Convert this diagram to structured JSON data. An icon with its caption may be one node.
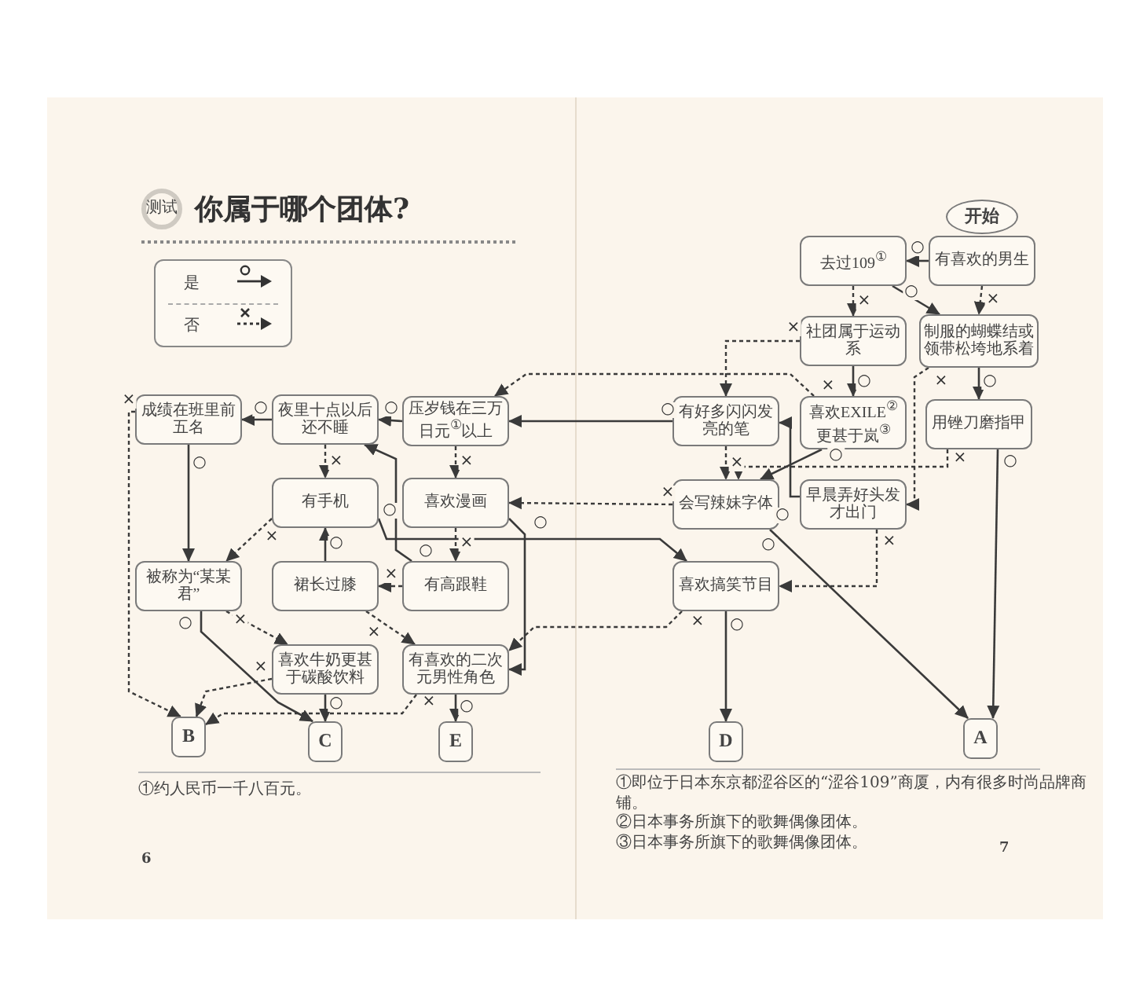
{
  "diagram": {
    "title": "你属于哪个团体?",
    "nodes": [
      {
        "text": [
          "开始"
        ]
      },
      {
        "text": [
          "有喜欢的男生"
        ]
      },
      {
        "text": [
          "去过109$^{①}$"
        ]
      },
      {
        "text": [
          "社团属于运动系"
        ]
      },
      {
        "text": [
          "制服的蝴蝶结或领带松垮地系着"
        ]
      },
      {
        "text": [
          "有好多闪闪发亮的笔"
        ]
      },
      {
        "text": [
          "喜欢EXILE$^{②}$更甚于岚$^{③}$"
        ]
      },
      {
        "text": [
          "用锉刀磨指甲"
        ]
      },
      {
        "text": [
          "会写辣妹字体"
        ]
      },
      {
        "text": [
          "早晨弄好头发才出门"
        ]
      },
      {
        "text": [
          "喜欢搞笑节目"
        ]
      },
      {
        "text": [
          "D"
        ]
      },
      {
        "text": [
          "A"
        ]
      },
      {
        "text": [
          "压岁钱在三万日元$^{①}$以上"
        ]
      },
      {
        "text": [
          "夜里十点以后还不睡"
        ]
      },
      {
        "text": [
          "成绩在班里前五名"
        ]
      },
      {
        "text": [
          "有手机"
        ]
      },
      {
        "text": [
          "喜欢漫画"
        ]
      },
      {
        "text": [
          "被称为“某某君”"
        ]
      },
      {
        "text": [
          "裙长过膝"
        ]
      },
      {
        "text": [
          "有高跟鞋"
        ]
      },
      {
        "text": [
          "喜欢牛奶更甚于碳酸饮料"
        ]
      },
      {
        "text": [
          "有喜欢的二次元男性角色"
        ]
      },
      {
        "text": [
          "B"
        ]
      },
      {
        "text": [
          "C"
        ]
      },
      {
        "text": [
          "E"
        ]
      }
    ],
    "edges": [
      {
        "from": 1,
        "to": 2,
        "arrow": "to",
        "label": "○"
      },
      {
        "from": 1,
        "to": 4,
        "arrow": "to",
        "label": "×",
        "style": "dashed"
      },
      {
        "from": 2,
        "to": 3,
        "arrow": "to",
        "label": "×",
        "style": "dashed"
      },
      {
        "from": 2,
        "to": 4,
        "arrow": "to",
        "label": "○"
      },
      {
        "from": 3,
        "to": 6,
        "arrow": "to",
        "label": "○"
      },
      {
        "from": 3,
        "to": 5,
        "arrow": "to",
        "label": "×",
        "style": "dashed"
      },
      {
        "from": 4,
        "to": 7,
        "arrow": "to",
        "label": "○"
      },
      {
        "from": 4,
        "to": 9,
        "arrow": "to",
        "label": "×",
        "style": "dashed"
      },
      {
        "from": 7,
        "to": 8,
        "arrow": "to",
        "label": "×",
        "style": "dashed"
      },
      {
        "from": 7,
        "to": 12,
        "arrow": "to",
        "label": "○"
      },
      {
        "from": 5,
        "to": 13,
        "arrow": "to",
        "label": "○"
      },
      {
        "from": 5,
        "to": 8,
        "arrow": "to",
        "label": "×",
        "style": "dashed"
      },
      {
        "from": 9,
        "to": 5,
        "arrow": "to",
        "label": "○"
      },
      {
        "from": 6,
        "to": 8,
        "arrow": "to",
        "label": "○"
      },
      {
        "from": 6,
        "to": 13,
        "arrow": "to",
        "label": "×",
        "style": "dashed"
      },
      {
        "from": 8,
        "to": 12,
        "arrow": "to",
        "label": "○"
      },
      {
        "from": 8,
        "to": 17,
        "arrow": "to",
        "label": "×",
        "style": "dashed"
      },
      {
        "from": 9,
        "to": 10,
        "arrow": "to",
        "label": "×",
        "style": "dashed"
      },
      {
        "from": 10,
        "to": 11,
        "arrow": "to",
        "label": "○"
      },
      {
        "from": 10,
        "to": 22,
        "arrow": "to",
        "label": "×",
        "style": "dashed"
      },
      {
        "from": 13,
        "to": 14,
        "arrow": "to",
        "label": "○"
      },
      {
        "from": 13,
        "to": 17,
        "arrow": "to",
        "label": "×",
        "style": "dashed"
      },
      {
        "from": 14,
        "to": 15,
        "arrow": "to",
        "label": "○"
      },
      {
        "from": 14,
        "to": 16,
        "arrow": "to",
        "label": "×",
        "style": "dashed"
      },
      {
        "from": 15,
        "to": 18,
        "arrow": "to",
        "label": "○"
      },
      {
        "from": 15,
        "to": 23,
        "arrow": "to",
        "label": "×",
        "style": "dashed"
      },
      {
        "from": 16,
        "to": 18,
        "arrow": "to",
        "label": "×",
        "style": "dashed"
      },
      {
        "from": 16,
        "to": 10,
        "arrow": "to",
        "label": "○"
      },
      {
        "from": 17,
        "to": 22,
        "arrow": "to",
        "label": "○"
      },
      {
        "from": 17,
        "to": 20,
        "arrow": "to",
        "label": "×",
        "style": "dashed"
      },
      {
        "from": 18,
        "to": 24,
        "arrow": "to",
        "label": "○"
      },
      {
        "from": 18,
        "to": 21,
        "arrow": "to",
        "label": "×",
        "style": "dashed"
      },
      {
        "from": 19,
        "to": 16,
        "arrow": "to",
        "label": "○"
      },
      {
        "from": 19,
        "to": 22,
        "arrow": "to",
        "label": "×",
        "style": "dashed"
      },
      {
        "from": 20,
        "to": 19,
        "arrow": "to",
        "label": "×",
        "style": "dashed"
      },
      {
        "from": 20,
        "to": 14,
        "arrow": "to",
        "label": "○"
      },
      {
        "from": 21,
        "to": 24,
        "arrow": "to",
        "label": "○"
      },
      {
        "from": 21,
        "to": 23,
        "arrow": "to",
        "label": "×",
        "style": "dashed"
      },
      {
        "from": 22,
        "to": 25,
        "arrow": "to",
        "label": "○"
      },
      {
        "from": 22,
        "to": 23,
        "arrow": "to",
        "label": "×",
        "style": "dashed"
      }
    ],
    "labels": [
      "测试",
      "①约人民币一千八百元。",
      "①即位于日本东京都涩谷区的“涩谷109”商厦，内有很多时尚品牌商铺。",
      "②日本事务所旗下的歌舞偶像团体。",
      "③日本事务所旗下的歌舞偶像团体。",
      "6",
      "7"
    ],
    "legend": [
      {
        "text": "是"
      },
      {
        "text": "否"
      }
    ]
  }
}
